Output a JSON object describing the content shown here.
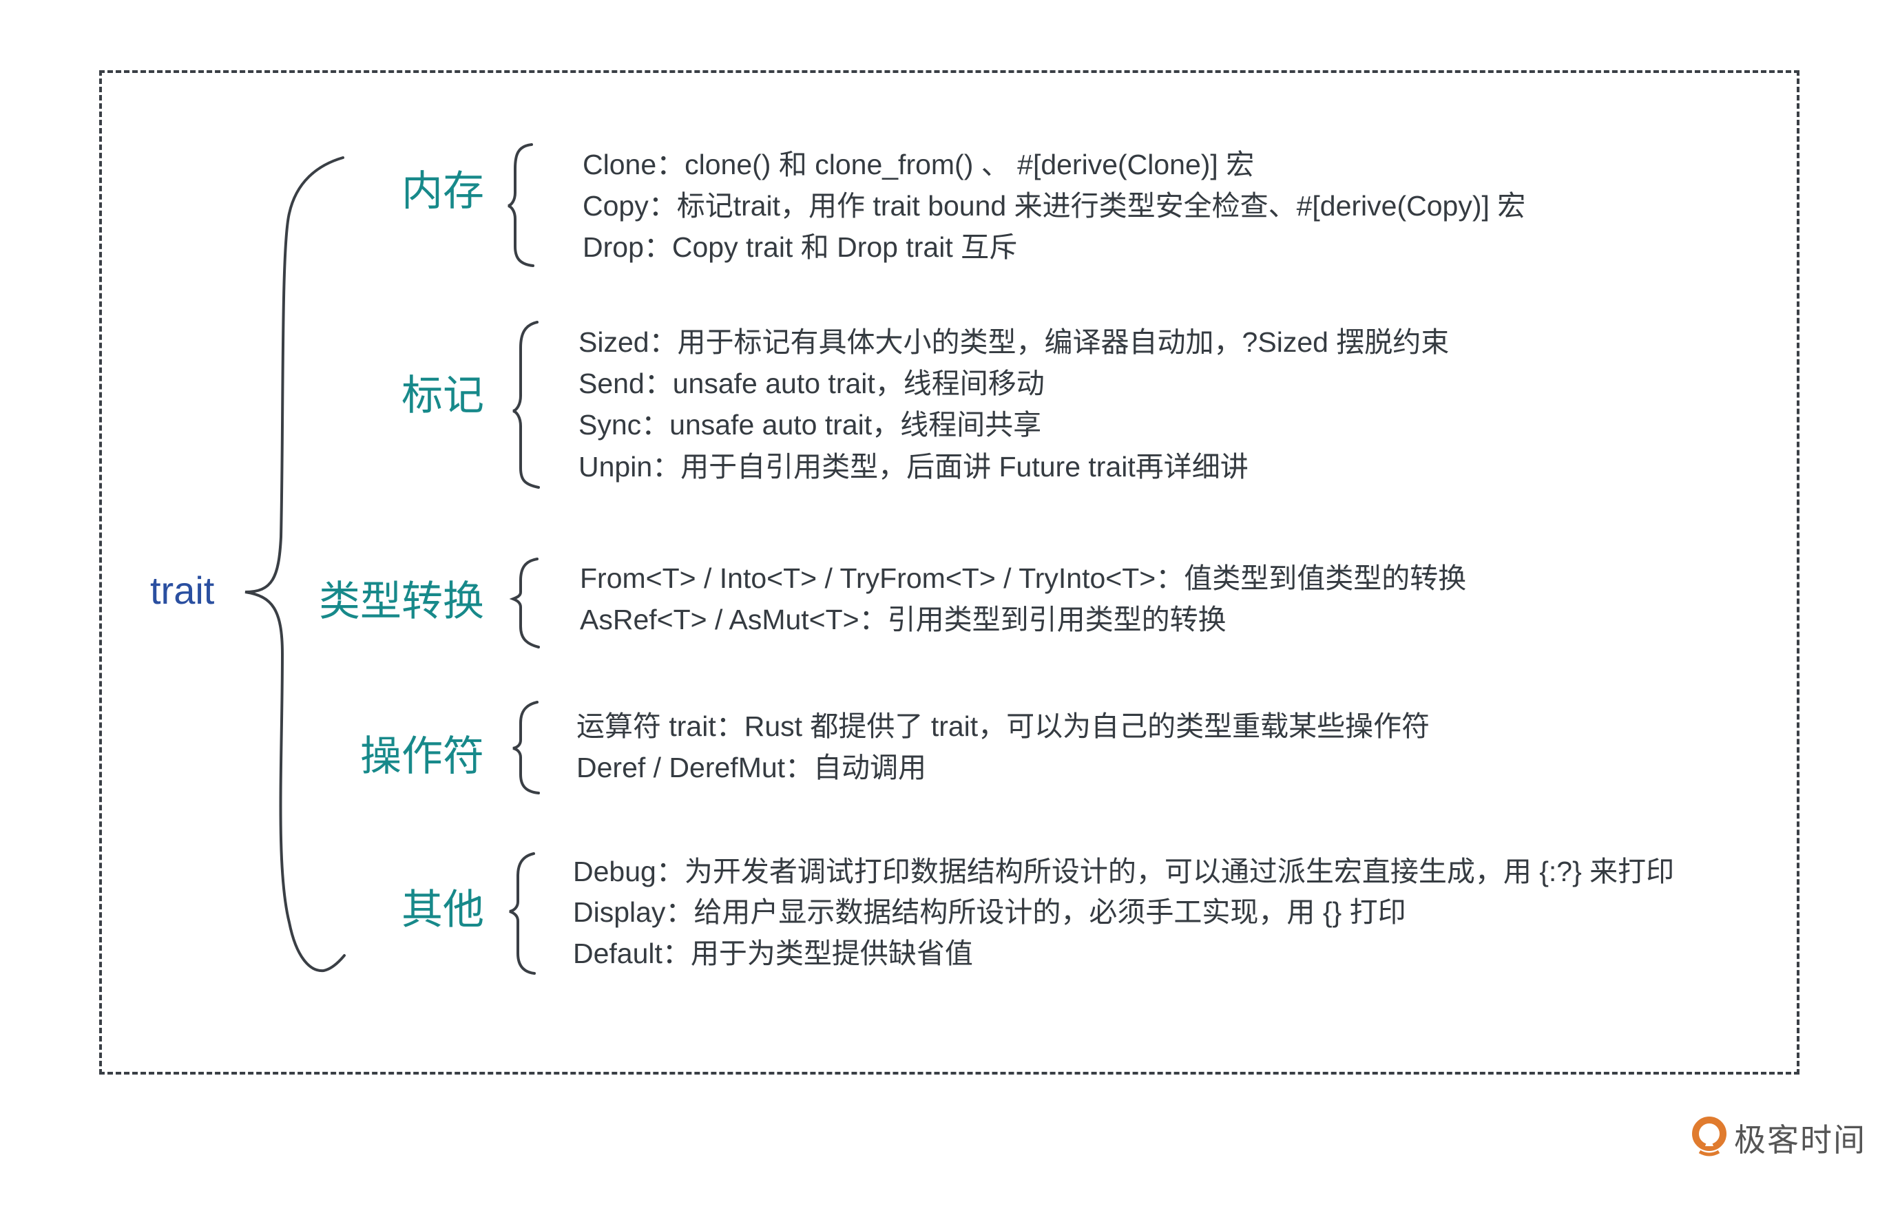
{
  "root": "trait",
  "groups": [
    {
      "label": "内存",
      "items": [
        "Clone：clone() 和  clone_from() 、 #[derive(Clone)] 宏",
        "Copy：标记trait，用作 trait bound 来进行类型安全检查、#[derive(Copy)] 宏",
        "Drop：Copy trait 和 Drop trait 互斥"
      ]
    },
    {
      "label": "标记",
      "items": [
        "Sized：用于标记有具体大小的类型，编译器自动加，?Sized 摆脱约束",
        "Send：unsafe auto trait，线程间移动",
        "Sync：unsafe auto trait，线程间共享",
        "Unpin：用于自引用类型，后面讲 Future trait再详细讲"
      ]
    },
    {
      "label": "类型转换",
      "items": [
        "From<T> / Into<T> / TryFrom<T> / TryInto<T>：值类型到值类型的转换",
        "AsRef<T> / AsMut<T>：引用类型到引用类型的转换"
      ]
    },
    {
      "label": "操作符",
      "items": [
        "运算符 trait：Rust 都提供了 trait，可以为自己的类型重载某些操作符",
        "Deref / DerefMut：自动调用"
      ]
    },
    {
      "label": "其他",
      "items": [
        "Debug：为开发者调试打印数据结构所设计的，可以通过派生宏直接生成，用 {:?} 来打印",
        "Display：给用户显示数据结构所设计的，必须手工实现，用 {} 打印",
        "Default：用于为类型提供缺省值"
      ]
    }
  ],
  "logo": {
    "text": "极客时间"
  },
  "colors": {
    "root": "#2a4fa0",
    "category": "#17898a",
    "text": "#353b41",
    "logo": "#e07b2e"
  }
}
